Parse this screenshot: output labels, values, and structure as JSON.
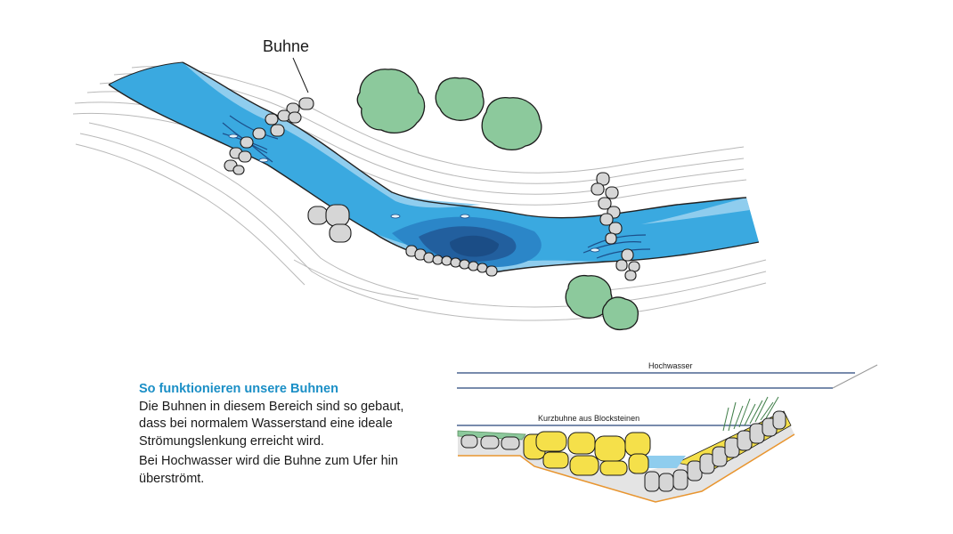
{
  "top_view": {
    "label_buhne": "Buhne"
  },
  "cross_section": {
    "label_hochwasser": "Hochwasser",
    "label_kurzbuhne": "Kurzbuhne aus Blocksteinen"
  },
  "info": {
    "heading": "So funktionieren unsere Buhnen",
    "paragraph_1": "Die Buhnen in diesem Bereich sind so gebaut, dass bei normalem Wasserstand eine ideale Strömungslenkung erreicht wird.",
    "paragraph_2": "Bei Hochwasser wird die Buhne zum Ufer hin überströmt."
  },
  "colors": {
    "river": "#3aa9e0",
    "river_shallow": "#8fcdee",
    "pool_mid": "#2b86c8",
    "pool_deep": "#1c5d9c",
    "tree": "#8cc99c",
    "stone": "#d6d6d6",
    "block_stone": "#f5e04a",
    "heading": "#1b8fc6",
    "line_gray": "#b5b5b5",
    "water_line": "#27467a"
  }
}
